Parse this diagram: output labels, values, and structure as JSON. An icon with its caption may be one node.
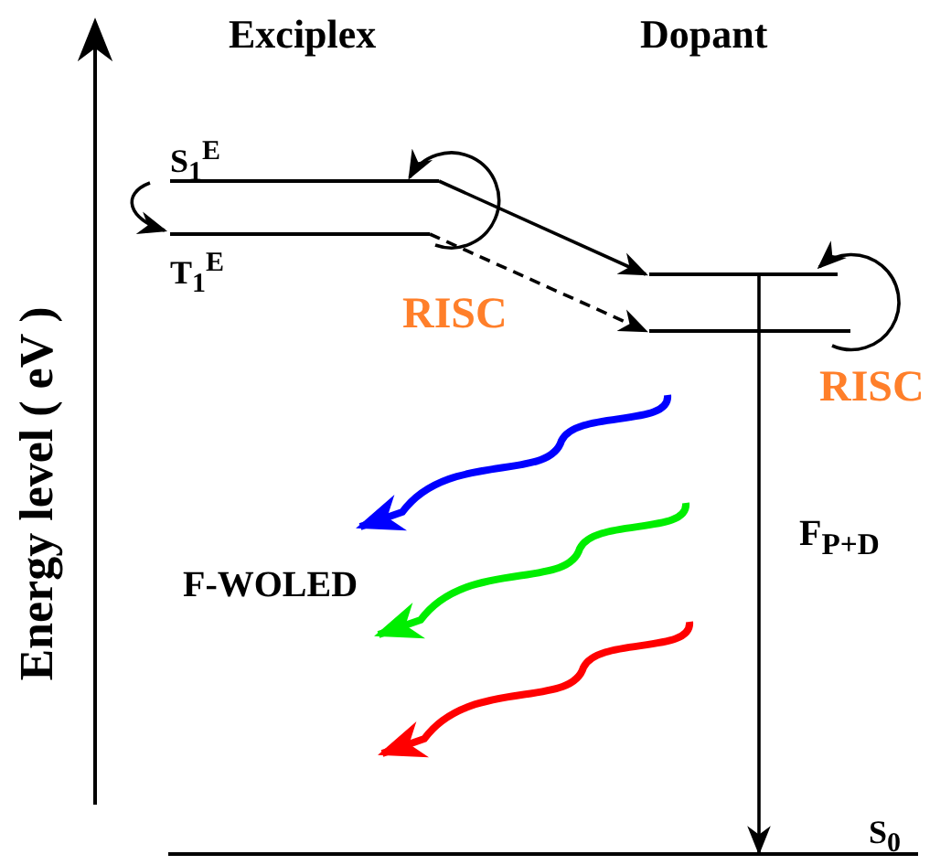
{
  "diagram": {
    "nodes": [
      {
        "text": [
          "S$_{1}$$^{E}$"
        ]
      },
      {
        "text": [
          "T$_{1}$$^{E}$"
        ]
      },
      {
        "text": [],
        "shape": "bar"
      },
      {
        "text": [],
        "shape": "bar"
      },
      {
        "text": [
          "S$_{0}$"
        ]
      }
    ],
    "edges": [
      {
        "from": 0,
        "to": 1,
        "arrow": "to"
      },
      {
        "from": 1,
        "to": 0,
        "arrow": "to",
        "label": "RISC"
      },
      {
        "from": 0,
        "to": 2,
        "arrow": "to"
      },
      {
        "from": 1,
        "to": 3,
        "arrow": "to",
        "style": "dashed"
      },
      {
        "from": 2,
        "to": 4,
        "arrow": "to",
        "label": "F$_{P+D}$"
      },
      {
        "from": 3,
        "to": 2,
        "arrow": "to",
        "label": "RISC"
      }
    ],
    "labels": [
      "Exciplex",
      "Dopant",
      "Energy level ( eV )",
      "F-WOLED"
    ]
  }
}
